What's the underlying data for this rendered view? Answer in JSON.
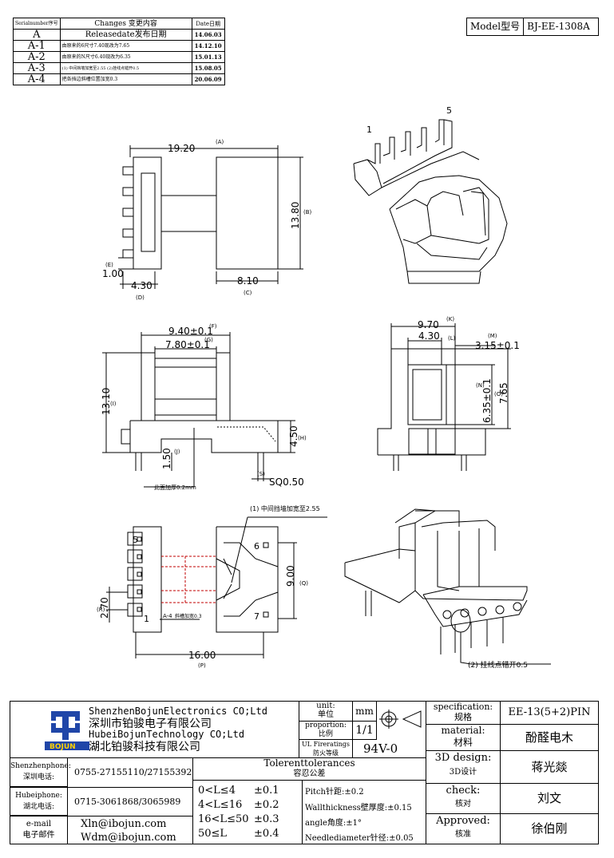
{
  "revision_table": {
    "header": {
      "num": "Serialnumber序号",
      "changes": "Changes 变更内容",
      "date": "Date日期"
    },
    "rows": [
      {
        "num": "A",
        "change": "Releasedate发布日期",
        "date": "14.06.03"
      },
      {
        "num": "A-1",
        "change": "由原来的6尺寸7.40现改为7.65",
        "date": "14.12.10"
      },
      {
        "num": "A-2",
        "change": "由原来的N尺寸6.40现改为6.35",
        "date": "15.01.13"
      },
      {
        "num": "A-3",
        "change": "(1) 中间挡墙加宽至2.55  (2)挂线点错开0.5",
        "date": "15.08.05"
      },
      {
        "num": "A-4",
        "change": "把各挡边斜槽位置加宽0.3",
        "date": "20.06.09"
      }
    ]
  },
  "model": {
    "label": "Model型号",
    "value": "BJ-EE-1308A"
  },
  "drawing": {
    "iso1_pin_1": "1",
    "iso1_pin_5": "5",
    "top_view": {
      "w": "19.20",
      "w_ref": "(A)",
      "h": "13.80",
      "h_ref": "(B)",
      "e": "1.00",
      "e_ref": "(E)",
      "d": "4.30",
      "d_ref": "(D)",
      "c": "8.10",
      "c_ref": "(C)"
    },
    "front_view": {
      "f": "9.40±0.1",
      "f_ref": "(F)",
      "g": "7.80±0.1",
      "g_ref": "(G)",
      "i": "13.10",
      "i_ref": "(I)",
      "h": "4.50",
      "h_ref": "(H)",
      "j": "1.50",
      "j_ref": "(J)",
      "s": "SQ0.50",
      "s_ref": "(S)",
      "note": "此面加厚0.2mm"
    },
    "side_view": {
      "k": "9.70",
      "k_ref": "(K)",
      "l": "4.30",
      "l_ref": "(L)",
      "m": "3.15±0.1",
      "m_ref": "(M)",
      "n": "6.35±0.1",
      "n_ref": "(N)",
      "o": "7.65",
      "o_ref": "(O)"
    },
    "bottom_view": {
      "note1": "(1) 中间挡墙加宽至2.55",
      "q": "9.00",
      "q_ref": "(Q)",
      "r": "2.70",
      "r_ref": "(R)",
      "p": "16.00",
      "p_ref": "(P)",
      "slot_prefix": "A-4",
      "slot_note": "斜槽加宽0.3",
      "pin5": "5",
      "pin6": "6",
      "pin7": "7",
      "pin1": "1"
    },
    "iso2_note": "(2) 挂线点错开0.5"
  },
  "title_block": {
    "company_en1": "ShenzhenBojunElectronics CO;Ltd",
    "company_cn1": "深圳市铂骏电子有限公司",
    "company_en2": "HubeiBojunTechnology CO;Ltd",
    "company_cn2": "湖北铂骏科技有限公司",
    "logo_text": "BOJUN",
    "unit_en": "unit:",
    "unit_cn": "单位",
    "unit_value": "mm",
    "proportion_en": "proportion:",
    "proportion_cn": "比例",
    "proportion_value": "1/1",
    "ul_en": "UL Fireratings",
    "ul_cn": "防火等级",
    "ul_value": "94V-0",
    "spec_en": "specification:",
    "spec_cn": "规格",
    "spec_value": "EE-13(5+2)PIN",
    "material_en": "material:",
    "material_cn": "材料",
    "material_value": "酚醛电木",
    "design_en": "3D design:",
    "design_cn": "3D设计",
    "design_value": "蒋光燚",
    "check_en": "check:",
    "check_cn": "核对",
    "check_value": "刘文",
    "approved_en": "Approved:",
    "approved_cn": "核准",
    "approved_value": "徐伯刚",
    "sz_phone_en": "Shenzhenphone:",
    "sz_phone_cn": "深圳电话:",
    "sz_phone": "0755-27155110/27155392",
    "hb_phone_en": "Hubeiphone:",
    "hb_phone_cn": "湖北电话:",
    "hb_phone": "0715-3061868/3065989",
    "email_en": "e-mail",
    "email_cn": "电子邮件",
    "email1": "Xln@ibojun.com",
    "email2": "Wdm@ibojun.com",
    "tol_en": "Tolerenttolerances",
    "tol_cn": "容忍公差",
    "tol_ranges": [
      "0<L≤4",
      "4<L≤16",
      "16<L≤50",
      "50≤L"
    ],
    "tol_values": [
      "±0.1",
      "±0.2",
      "±0.3",
      "±0.4"
    ],
    "pitch": "Pitch针距:±0.2",
    "wall": "Wallthickness壁厚度:±0.15",
    "angle": "angle角度:±1°",
    "needle": "Needlediameter针径:±0.05"
  }
}
